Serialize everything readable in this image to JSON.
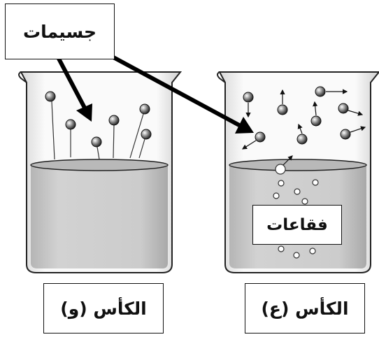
{
  "labels": {
    "particles": "جسيمات",
    "bubbles": "فقاعات",
    "beaker_w": "الكأس (و)",
    "beaker_a": "الكأس (ع)"
  },
  "colors": {
    "liquid": "#c9c9c9",
    "liquid_top": "#b4b4b4",
    "beaker_glass": "#f7f7f7",
    "outline": "#111111",
    "arrow": "#000000"
  },
  "icons": [
    "particle-icon",
    "bubble-icon",
    "pointer-arrow-icon",
    "motion-arrow-icon"
  ]
}
